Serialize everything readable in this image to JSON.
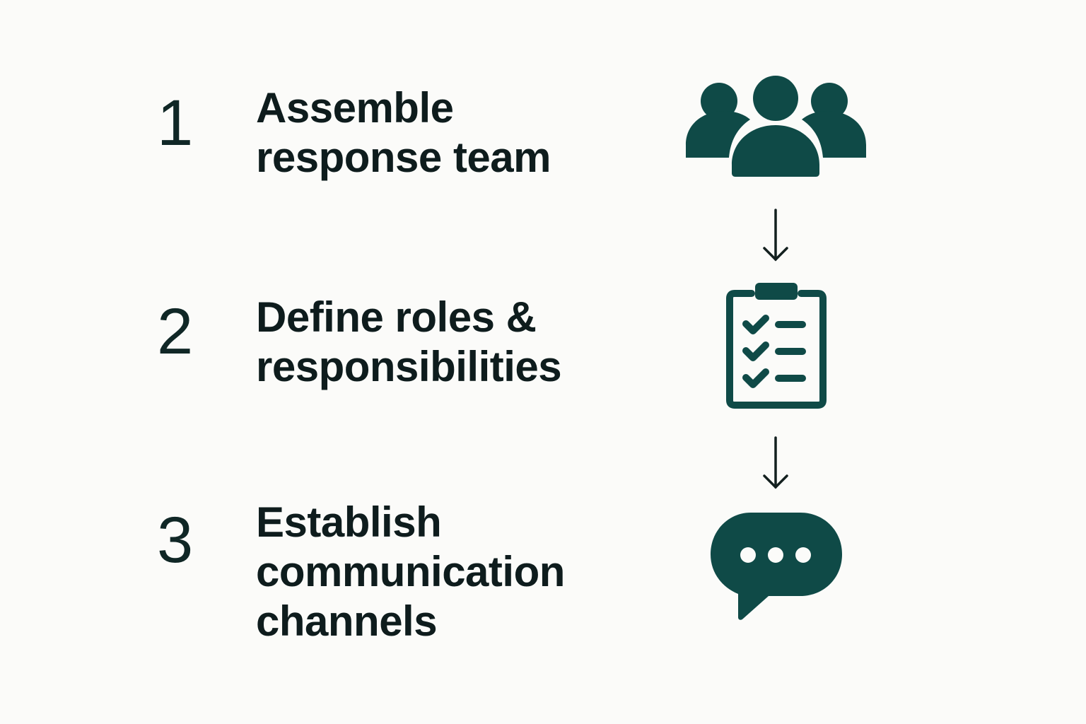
{
  "colors": {
    "background": "#fbfbf9",
    "icon": "#0f4a47",
    "text": "#0e1c1d",
    "arrow": "#13201f"
  },
  "steps": [
    {
      "number": "1",
      "lines": [
        "Assemble",
        "response team"
      ],
      "icon": "team-group-icon"
    },
    {
      "number": "2",
      "lines": [
        "Define roles &",
        "responsibilities"
      ],
      "icon": "clipboard-checklist-icon"
    },
    {
      "number": "3",
      "lines": [
        "Establish",
        "communication",
        "channels"
      ],
      "icon": "chat-bubble-icon"
    }
  ],
  "connectors": [
    {
      "from": "1",
      "to": "2",
      "icon": "arrow-down-icon"
    },
    {
      "from": "2",
      "to": "3",
      "icon": "arrow-down-icon"
    }
  ]
}
